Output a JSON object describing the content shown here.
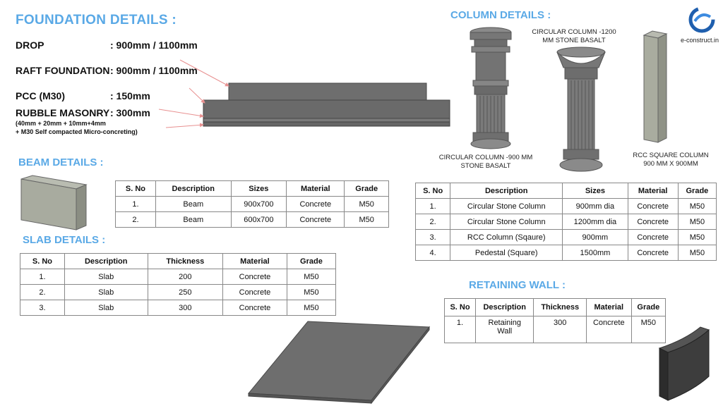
{
  "foundation": {
    "heading": "FOUNDATION  DETAILS :",
    "rows": [
      {
        "label": "DROP",
        "value": ":  900mm / 1100mm"
      },
      {
        "label": "RAFT FOUNDATION",
        "value": ":  900mm / 1100mm"
      },
      {
        "label": "PCC (M30)",
        "value": ":  150mm"
      },
      {
        "label": "RUBBLE MASONRY",
        "value": ":  300mm"
      }
    ],
    "note_line1": "(40mm + 20mm + 10mm+4mm",
    "note_line2": "+ M30 Self compacted  Micro-concreting)"
  },
  "column": {
    "heading": "COLUMN DETAILS :",
    "caption_1200_line1": "CIRCULAR COLUMN -1200",
    "caption_1200_line2": "MM STONE BASALT",
    "caption_900_line1": "CIRCULAR COLUMN -900 MM",
    "caption_900_line2": "STONE BASALT",
    "caption_rcc_line1": "RCC SQUARE COLUMN",
    "caption_rcc_line2": "900 MM X 900MM",
    "table": {
      "headers": [
        "S. No",
        "Description",
        "Sizes",
        "Material",
        "Grade"
      ],
      "rows": [
        [
          "1.",
          "Circular Stone Column",
          "900mm dia",
          "Concrete",
          "M50"
        ],
        [
          "2.",
          "Circular Stone Column",
          "1200mm dia",
          "Concrete",
          "M50"
        ],
        [
          "3.",
          "RCC Column (Sqaure)",
          "900mm",
          "Concrete",
          "M50"
        ],
        [
          "4.",
          "Pedestal (Square)",
          "1500mm",
          "Concrete",
          "M50"
        ]
      ]
    }
  },
  "logo": {
    "text": "e-construct.in"
  },
  "beam": {
    "heading": "BEAM DETAILS :",
    "table": {
      "headers": [
        "S. No",
        "Description",
        "Sizes",
        "Material",
        "Grade"
      ],
      "rows": [
        [
          "1.",
          "Beam",
          "900x700",
          "Concrete",
          "M50"
        ],
        [
          "2.",
          "Beam",
          "600x700",
          "Concrete",
          "M50"
        ]
      ]
    }
  },
  "slab": {
    "heading": "SLAB DETAILS :",
    "table": {
      "headers": [
        "S. No",
        "Description",
        "Thickness",
        "Material",
        "Grade"
      ],
      "rows": [
        [
          "1.",
          "Slab",
          "200",
          "Concrete",
          "M50"
        ],
        [
          "2.",
          "Slab",
          "250",
          "Concrete",
          "M50"
        ],
        [
          "3.",
          "Slab",
          "300",
          "Concrete",
          "M50"
        ]
      ]
    }
  },
  "retaining_wall": {
    "heading": "RETAINING WALL :",
    "table": {
      "headers": [
        "S. No",
        "Description",
        "Thickness",
        "Material",
        "Grade"
      ],
      "rows": [
        [
          "1.",
          "Retaining\nWall",
          "300",
          "Concrete",
          "M50"
        ]
      ]
    }
  },
  "colors": {
    "heading": "#5aa9e6",
    "model_gray": "#6b6b6b",
    "arrow": "#e89090",
    "logo_blue": "#1f5fae"
  }
}
